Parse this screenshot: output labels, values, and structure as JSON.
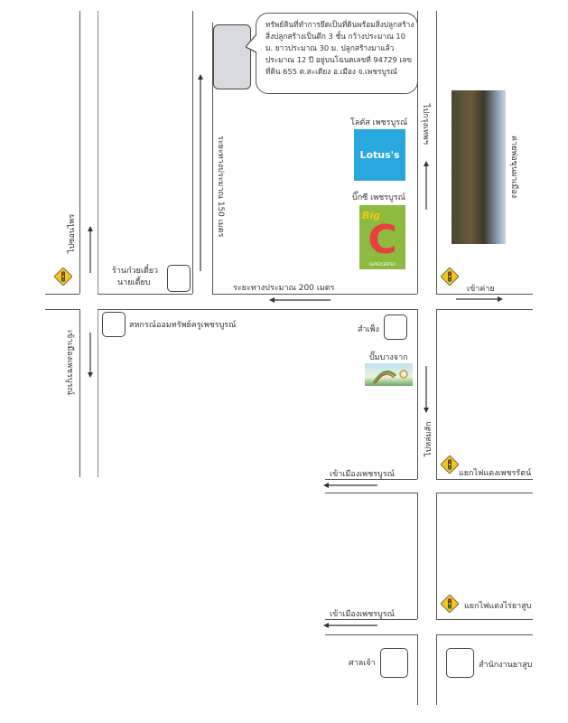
{
  "callout": {
    "text": "ทรัพย์สินที่ทำการยึดเป็นที่ดินพร้อมสิ่งปลูกสร้าง สิ่งปลูกสร้างเป็นตึก 3 ชั้น กว้างประมาณ 10 ม. ยาวประมาณ 30 ม. ปลูกสร้างมาแล้วประมาณ 12 ปี อยู่บนโฉนดเลขที่ 94729 เลขที่ดิน 655 ต.สะเดียง อ.เมือง จ.เพชรบูรณ์"
  },
  "labels": {
    "to_chonphrai": "ไปซอนไพร",
    "distance_150": "ระยะทางประมาณ 150 เมตร",
    "distance_200": "ระยะทางประมาณ 200 เมตร",
    "noodle_shop_1": "ร้านก๋วยเตี๋ยว",
    "noodle_shop_2": "นายเตี้ยบ",
    "coop": "สหกรณ์ออมทรัพย์ครูเพชรบูรณ์",
    "to_city_left": "เข้าเมืองเพชรบูรณ์",
    "lotus_label": "โลตัส เพชรบูรณ์",
    "bigc_label": "บิ๊กซี เพชรบูรณ์",
    "to_bangkok": "ไปกรุงเทพฯ",
    "camp": "ค่ายพ่อขุนผาเมือง",
    "enter_camp": "เข้าค่าย",
    "sampeng": "สำเพ็ง",
    "bangchak": "ปั๊มบางจาก",
    "to_lomsak": "ไปหล่มสัก",
    "to_city_1": "เข้าเมืองเพชรบูรณ์",
    "junction_1": "แยกไฟแดงเพชรรัตน์",
    "to_city_2": "เข้าเมืองเพชรบูรณ์",
    "junction_2": "แยกไฟแดงไร่ยาสูบ",
    "shrine": "ศาลเจ้า",
    "tobacco_office": "สำนักงานยาสูบ"
  },
  "logos": {
    "lotus": "Lotus's",
    "bigc_top": "Big",
    "bigc_letter": "C",
    "bigc_bottom": "SUPERCENTER"
  },
  "colors": {
    "lotus_blue": "#29a8e0",
    "bigc_green": "#8dbb3f",
    "bigc_red": "#e8403e",
    "property_fill": "#d9dadf",
    "sign_yellow": "#f5c518"
  }
}
